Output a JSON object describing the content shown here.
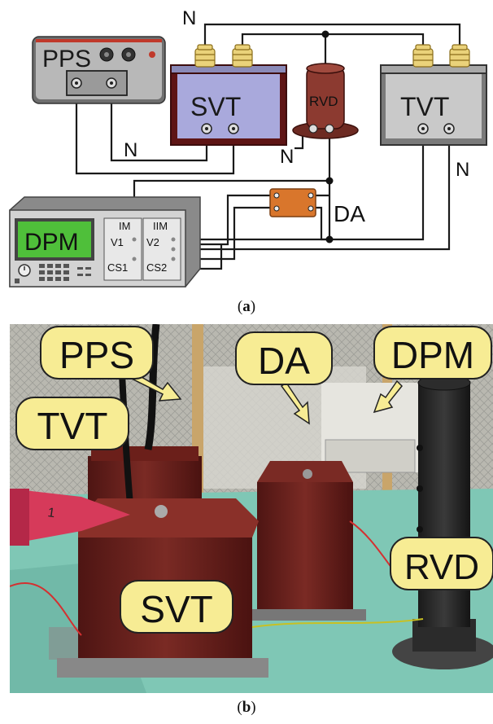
{
  "panel_a": {
    "caption_letter": "a",
    "n_label": "N",
    "components": {
      "pps": "PPS",
      "svt": "SVT",
      "rvd": "RVD",
      "tvt": "TVT",
      "dpm": "DPM",
      "da": "DA"
    },
    "dpm_panel": {
      "im": "IM",
      "iim": "IIM",
      "v1": "V1",
      "v2": "V2",
      "cs1": "CS1",
      "cs2": "CS2"
    }
  },
  "panel_b": {
    "caption_letter": "b",
    "callouts": {
      "pps": "PPS",
      "da": "DA",
      "dpm": "DPM",
      "tvt": "TVT",
      "svt": "SVT",
      "rvd": "RVD"
    },
    "hv_marker": "1"
  },
  "colors": {
    "callout_fill": "#f7ec94",
    "svt_fill": "#a9a9dc",
    "svt_border": "#6b1c1c",
    "rvd_fill": "#8c3a30",
    "tvt_fill": "#bdbdbd",
    "da_fill": "#d9762c",
    "dpm_screen": "#4fbf3a",
    "insulator": "#ead27a",
    "floor": "#7fc7b5",
    "transformer_brown": "#6e1f1c"
  }
}
